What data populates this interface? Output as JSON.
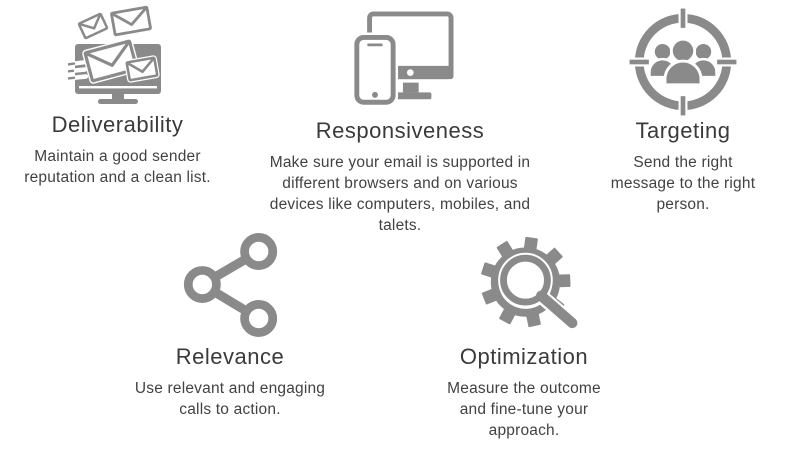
{
  "colors": {
    "background": "#ffffff",
    "icon_gray": "#8a8a8a",
    "heading_text": "#3a3a3a",
    "body_text": "#424242"
  },
  "cards": [
    {
      "icon": "envelopes-monitor-icon",
      "title": "Deliverability",
      "description": "Maintain a good sender\nreputation and a clean list."
    },
    {
      "icon": "responsive-devices-icon",
      "title": "Responsiveness",
      "description": "Make sure your email is supported in\ndifferent browsers and on various\ndevices like computers, mobiles, and\ntalets."
    },
    {
      "icon": "target-audience-icon",
      "title": "Targeting",
      "description": "Send the right\nmessage to the right\nperson."
    },
    {
      "icon": "share-nodes-icon",
      "title": "Relevance",
      "description": "Use relevant and engaging\ncalls to action."
    },
    {
      "icon": "gear-magnifier-icon",
      "title": "Optimization",
      "description": "Measure the outcome\nand fine-tune your\napproach."
    }
  ]
}
